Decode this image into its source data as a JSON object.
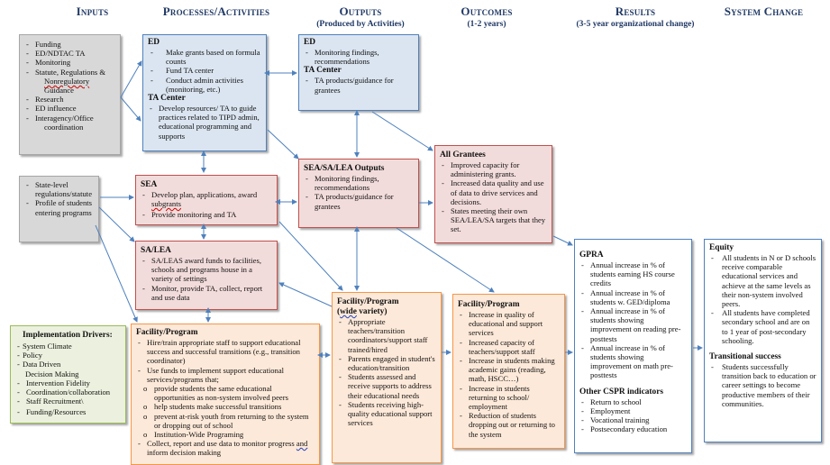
{
  "headers": [
    {
      "title": "Inputs",
      "subtitle": ""
    },
    {
      "title": "Processes/Activities",
      "subtitle": ""
    },
    {
      "title": "Outputs",
      "subtitle": "(Produced by Activities)"
    },
    {
      "title": "Outcomes",
      "subtitle": "(1-2 years)"
    },
    {
      "title": "Results",
      "subtitle": "(3-5 year organizational change)"
    },
    {
      "title": "System Change",
      "subtitle": ""
    }
  ],
  "inputs_federal": {
    "items": [
      "Funding",
      "ED/NDTAC TA",
      "Monitoring",
      "Statute, Regulations &",
      "Nonregulatory",
      "Guidance",
      "Research",
      "ED influence",
      "Interagency/Office",
      "coordination"
    ]
  },
  "inputs_state": {
    "items": [
      "State-level regulations/statute",
      "Profile of students entering programs"
    ]
  },
  "process_ed": {
    "title": "ED",
    "items": [
      "Make grants based on formula counts",
      "Fund TA center",
      "Conduct admin activities (monitoring, etc.)"
    ],
    "subtitle": "TA Center",
    "sub_items": [
      "Develop resources/ TA to guide practices related to TIPD admin, educational programming and supports"
    ]
  },
  "process_sea": {
    "title": "SEA",
    "items": [
      "Develop plan, applications, award",
      "subgrants",
      "Provide monitoring and TA"
    ]
  },
  "process_salea": {
    "title": "SA/LEA",
    "items": [
      "SA/LEAS award funds to facilities, schools and programs house in a variety of settings",
      "Monitor, provide TA, collect, report and use data"
    ]
  },
  "process_facility": {
    "title": "Facility/Program",
    "items": [
      "Hire/train appropriate staff to support educational success and successful transitions (e.g., transition coordinator)",
      "Use funds to implement support educational services/programs that;"
    ],
    "sub_items": [
      "provide students the same educational opportunities as non-system involved peers",
      "help students make successful transitions",
      "prevent at-risk youth from returning to the system or dropping out of school",
      "Institution-Wide Programing"
    ],
    "last_item_a": "Collect, report and use data to monitor progress",
    "last_item_b_underlined": "and",
    "last_item_c": " inform decision making"
  },
  "implementation_drivers": {
    "title": "Implementation Drivers:",
    "items": [
      "System Climate",
      "Policy",
      "Data Driven",
      "Decision Making",
      "Intervention Fidelity",
      "Coordination/collaboration",
      "Staff Recruitment\\",
      "Funding/Resources"
    ]
  },
  "output_ed": {
    "title": "ED",
    "items": [
      "Monitoring findings, recommendations"
    ],
    "subtitle": "TA Center",
    "sub_items": [
      "TA products/guidance for grantees"
    ]
  },
  "output_sea": {
    "title": "SEA/SA/LEA Outputs",
    "items": [
      "Monitoring findings, recommendations",
      "TA products/guidance for grantees"
    ]
  },
  "output_facility": {
    "title": "Facility/Program",
    "title_line2_underlined": "wide",
    "title_line2_rest": " variety)",
    "title_line2_open": "(",
    "items": [
      "Appropriate teachers/transition coordinators/support staff trained/hired",
      "Parents engaged in student's education/transition",
      "Students assessed and receive supports to address their educational needs",
      "Students receiving high-quality educational support services"
    ]
  },
  "outcome_grantees": {
    "title": "All Grantees",
    "items": [
      "Improved capacity for administering grants.",
      "Increased data quality and use of data to drive services and decisions.",
      "States meeting their own SEA/LEA/SA targets that they set."
    ]
  },
  "outcome_facility": {
    "title": "Facility/Program",
    "items": [
      "Increase in quality of educational and support services",
      "Increased capacity of teachers/support staff",
      "Increase in students making academic gains (reading, math, HSCC…)",
      "Increase in students returning to school/ employment",
      "Reduction of students dropping out or returning to the system"
    ]
  },
  "results": {
    "title": "GPRA",
    "items": [
      "Annual increase in % of students earning HS course credits",
      "Annual increase in % of students w. GED/diploma",
      "Annual increase in % of students showing improvement on reading pre-posttests",
      "Annual increase in % of students showing improvement on math pre-posttests"
    ],
    "subtitle": "Other CSPR indicators",
    "sub_items": [
      "Return to school",
      "Employment",
      "Vocational training",
      "Postsecondary education"
    ]
  },
  "system_change": {
    "title": "Equity",
    "items": [
      "All students in N or D schools receive comparable educational services and achieve at the same levels as their non-system involved peers.",
      "All students have completed secondary school and are on to 1 year of post-secondary schooling."
    ],
    "subtitle": "Transitional success",
    "sub_items": [
      "Students successfully transition back to education or career settings to become productive members of their communities."
    ]
  },
  "colors": {
    "header": "#1f3864",
    "arrow": "#4f81bd",
    "federal_fill": "#dbe5f1",
    "state_fill": "#f2dcdb",
    "facility_fill": "#fde9d9",
    "input_fill": "#d8d8d8",
    "driver_fill": "#ebf1de"
  }
}
